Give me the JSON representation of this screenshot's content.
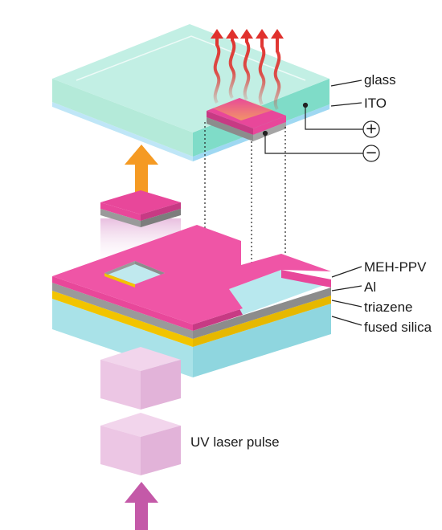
{
  "labels": {
    "glass": "glass",
    "ito": "ITO",
    "meh_ppv": "MEH-PPV",
    "al": "Al",
    "triazene": "triazene",
    "fused_silica": "fused silica",
    "uv_laser": "UV laser pulse"
  },
  "terminals": {
    "plus": "+",
    "minus": "−"
  },
  "colors": {
    "glass": "#7fdcc8",
    "ito": "#9fd8f2",
    "meh_ppv": "#e8479a",
    "al": "#8c8c8c",
    "triazene": "#f2c400",
    "fused_silica": "#8fd6df",
    "laser": "#e6b8dc",
    "arrow_orange": "#f59a23",
    "arrow_purple": "#c459a8",
    "emission": "#e0312d"
  }
}
